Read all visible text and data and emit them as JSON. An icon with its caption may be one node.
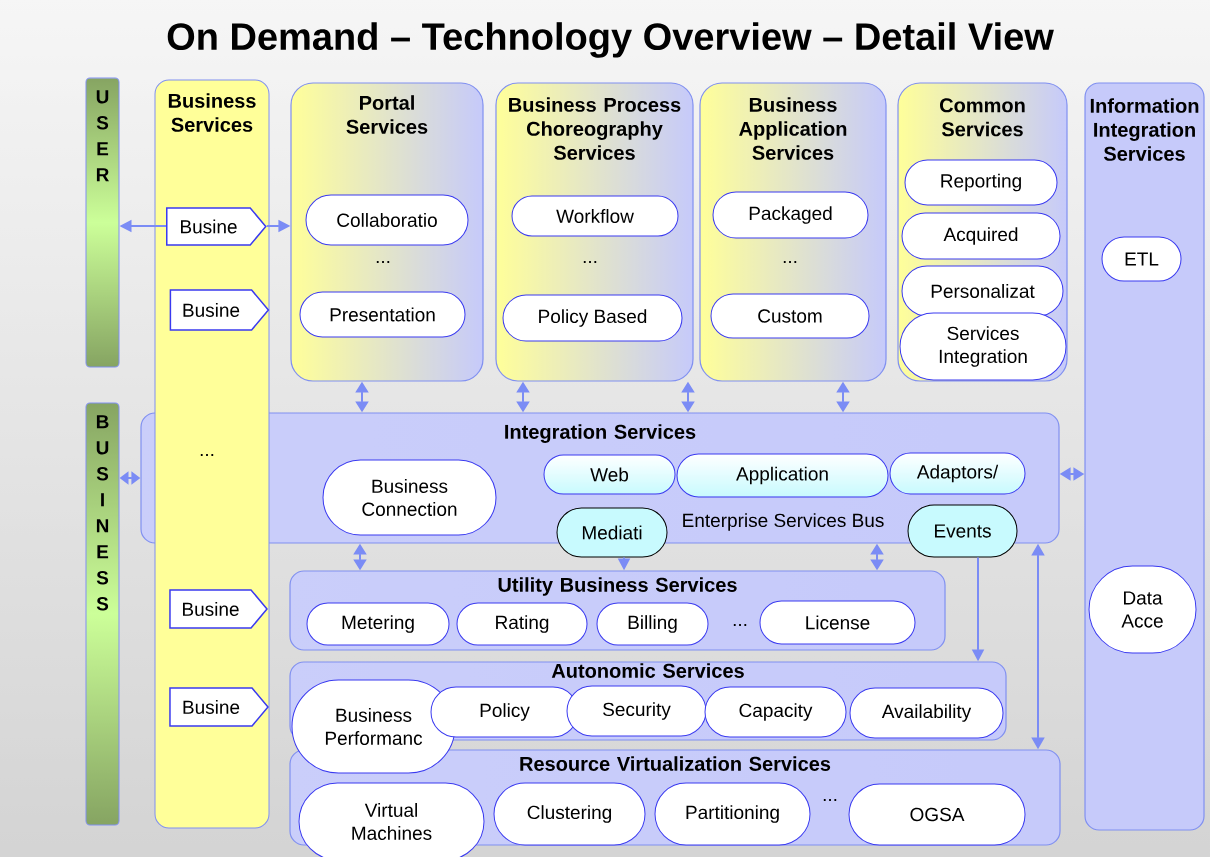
{
  "diagram": {
    "title": "On Demand – Technology Overview – Detail View",
    "nodes": [
      {
        "text": [
          "USER"
        ]
      },
      {
        "text": [
          "BUSINESS"
        ]
      },
      {
        "text": [
          "Business Services"
        ]
      },
      {
        "text": [
          "Busine"
        ],
        "in": 2
      },
      {
        "text": [
          "Busine"
        ],
        "in": 2
      },
      {
        "text": [
          "Busine"
        ],
        "in": 2
      },
      {
        "text": [
          "Busine"
        ],
        "in": 2
      },
      {
        "text": [
          "Portal Services"
        ]
      },
      {
        "text": [
          "Collaboratio"
        ],
        "in": 7
      },
      {
        "text": [
          "Presentation"
        ],
        "in": 7
      },
      {
        "text": [
          "Business Process Choreography Services"
        ]
      },
      {
        "text": [
          "Workflow"
        ],
        "in": 10
      },
      {
        "text": [
          "Policy Based"
        ],
        "in": 10
      },
      {
        "text": [
          "Business Application Services"
        ]
      },
      {
        "text": [
          "Packaged"
        ],
        "in": 13
      },
      {
        "text": [
          "Custom"
        ],
        "in": 13
      },
      {
        "text": [
          "Common Services"
        ]
      },
      {
        "text": [
          "Reporting"
        ],
        "in": 16
      },
      {
        "text": [
          "Acquired"
        ],
        "in": 16
      },
      {
        "text": [
          "Personalizat"
        ],
        "in": 16
      },
      {
        "text": [
          "Services Integration"
        ],
        "in": 16
      },
      {
        "text": [
          "Information Integration Services"
        ]
      },
      {
        "text": [
          "ETL"
        ],
        "in": 21
      },
      {
        "text": [
          "Data Acce"
        ],
        "in": 21
      },
      {
        "text": [
          "Integration Services",
          "Enterprise Services Bus"
        ]
      },
      {
        "text": [
          "Business Connection"
        ],
        "in": 24
      },
      {
        "text": [
          "Web"
        ],
        "in": 24
      },
      {
        "text": [
          "Application"
        ],
        "in": 24
      },
      {
        "text": [
          "Adaptors/"
        ],
        "in": 24
      },
      {
        "text": [
          "Mediati"
        ]
      },
      {
        "text": [
          "Events"
        ]
      },
      {
        "text": [
          "Utility Business Services"
        ]
      },
      {
        "text": [
          "Metering"
        ],
        "in": 31
      },
      {
        "text": [
          "Rating"
        ],
        "in": 31
      },
      {
        "text": [
          "Billing"
        ],
        "in": 31
      },
      {
        "text": [
          "License"
        ],
        "in": 31
      },
      {
        "text": [
          "Autonomic Services"
        ]
      },
      {
        "text": [
          "Business Performanc"
        ]
      },
      {
        "text": [
          "Policy"
        ],
        "in": 36
      },
      {
        "text": [
          "Security"
        ],
        "in": 36
      },
      {
        "text": [
          "Capacity"
        ],
        "in": 36
      },
      {
        "text": [
          "Availability"
        ],
        "in": 36
      },
      {
        "text": [
          "Resource Virtualization Services"
        ]
      },
      {
        "text": [
          "Virtual Machines"
        ]
      },
      {
        "text": [
          "Clustering"
        ],
        "in": 42
      },
      {
        "text": [
          "Partitioning"
        ],
        "in": 42
      },
      {
        "text": [
          "OGSA"
        ],
        "in": 42
      }
    ],
    "edges": [
      {
        "from": 3,
        "to": 0,
        "arrow": "to"
      },
      {
        "from": 3,
        "to": 7,
        "arrow": "to"
      },
      {
        "from": 7,
        "to": 24,
        "arrow": "both"
      },
      {
        "from": 10,
        "to": 24,
        "arrow": "both"
      },
      {
        "from": 10,
        "to": 24,
        "arrow": "both"
      },
      {
        "from": 13,
        "to": 24,
        "arrow": "both"
      },
      {
        "from": 1,
        "to": 24,
        "arrow": "both"
      },
      {
        "from": 24,
        "to": 21,
        "arrow": "both"
      },
      {
        "from": 24,
        "to": 31,
        "arrow": "both"
      },
      {
        "from": 24,
        "to": 31,
        "arrow": "both"
      },
      {
        "from": 29,
        "to": 31,
        "arrow": "to"
      },
      {
        "from": 30,
        "to": 36,
        "arrow": "to"
      },
      {
        "from": 24,
        "to": 42,
        "arrow": "both"
      }
    ],
    "labels": [
      "...",
      "...",
      "...",
      "...",
      "...",
      "..."
    ]
  }
}
